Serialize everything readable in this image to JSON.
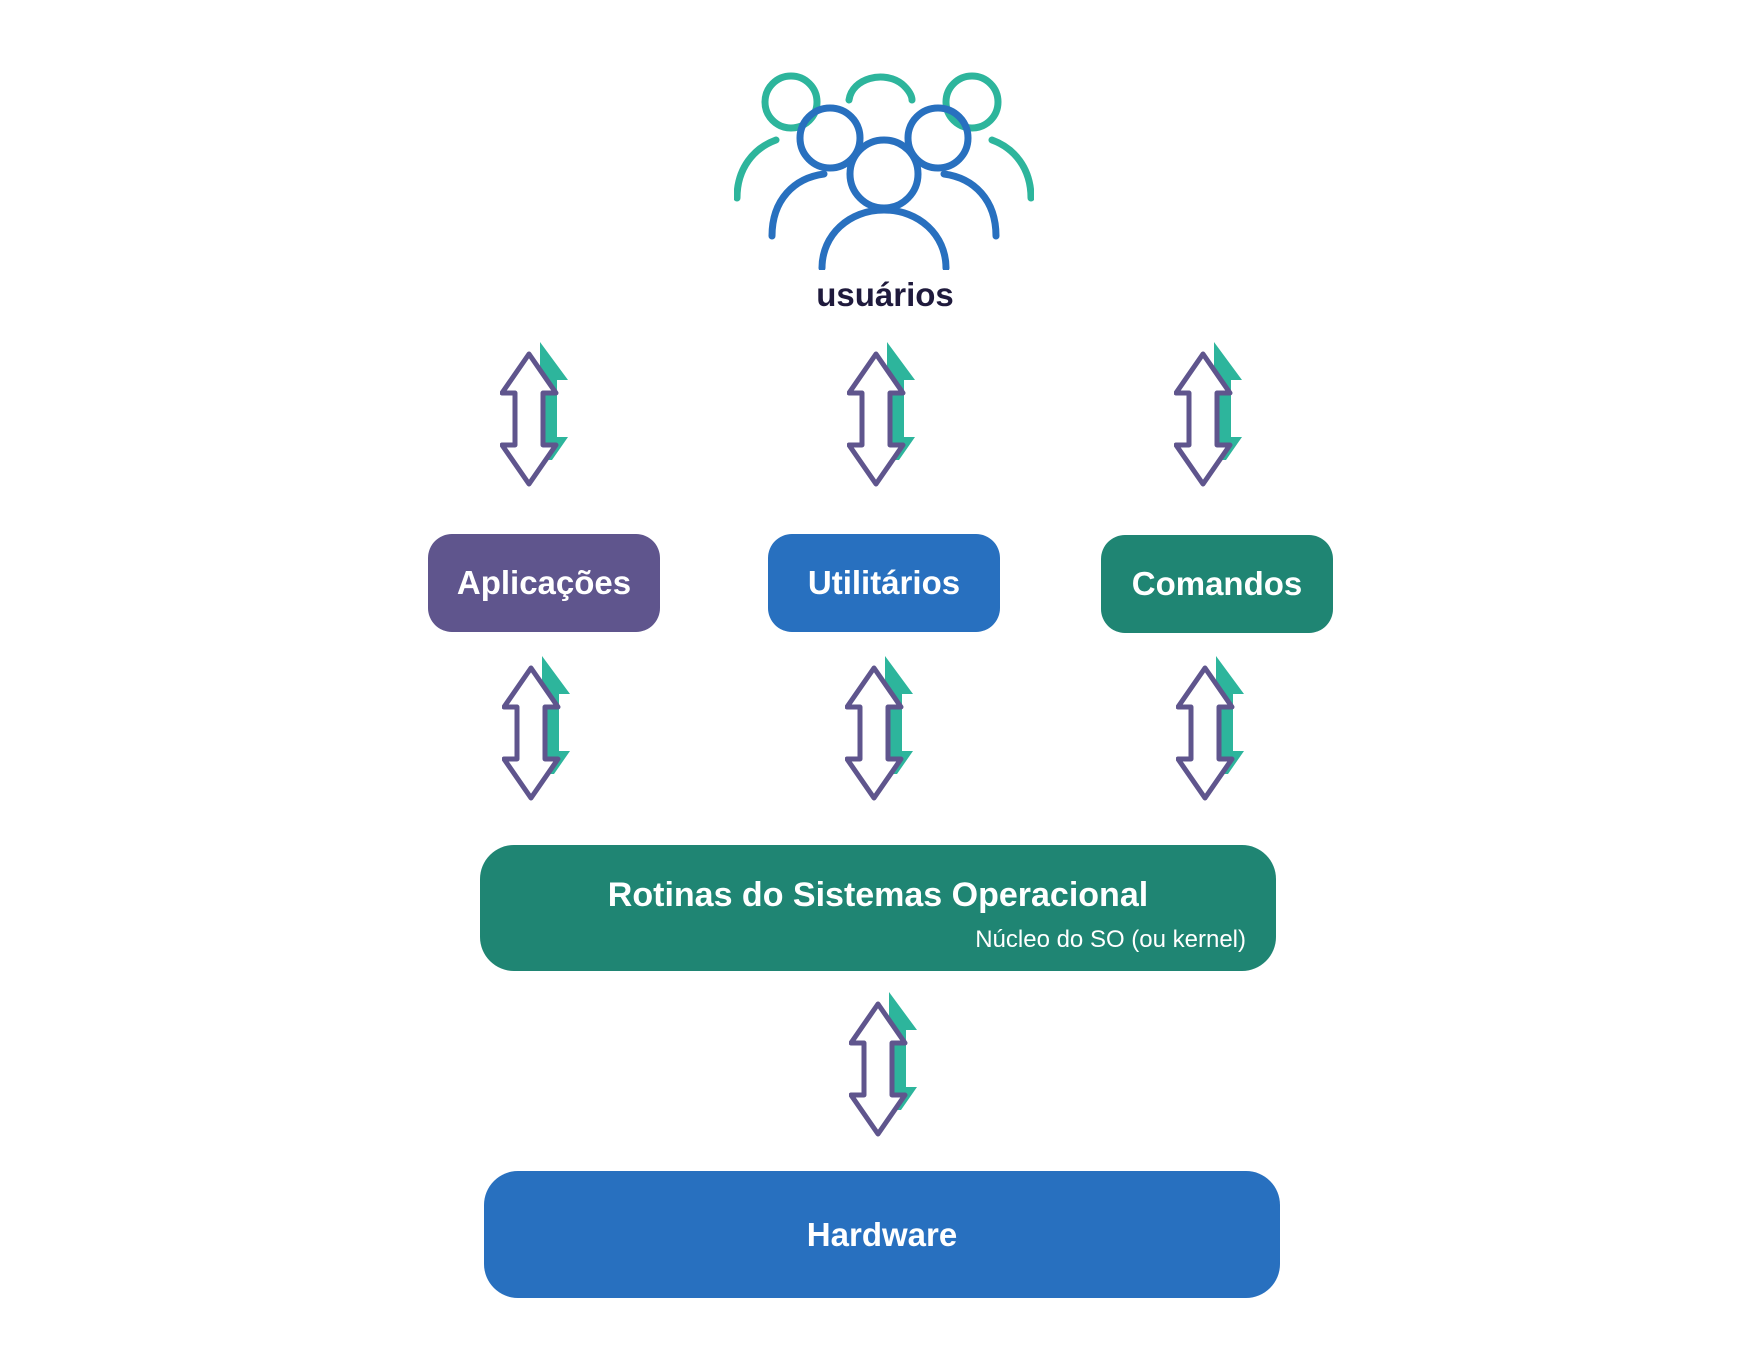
{
  "users": {
    "label": "usuários",
    "icon": "users-group-icon"
  },
  "layers": {
    "applications": "Aplicações",
    "utilities": "Utilitários",
    "commands": "Comandos"
  },
  "os": {
    "title": "Rotinas do Sistemas Operacional",
    "subtitle": "Núcleo do SO (ou kernel)"
  },
  "hardware": {
    "label": "Hardware"
  },
  "colors": {
    "purple": "#5f558d",
    "blue": "#2870bf",
    "green": "#1f8573",
    "teal": "#2db59c",
    "arrow_outline": "#5f558d"
  }
}
